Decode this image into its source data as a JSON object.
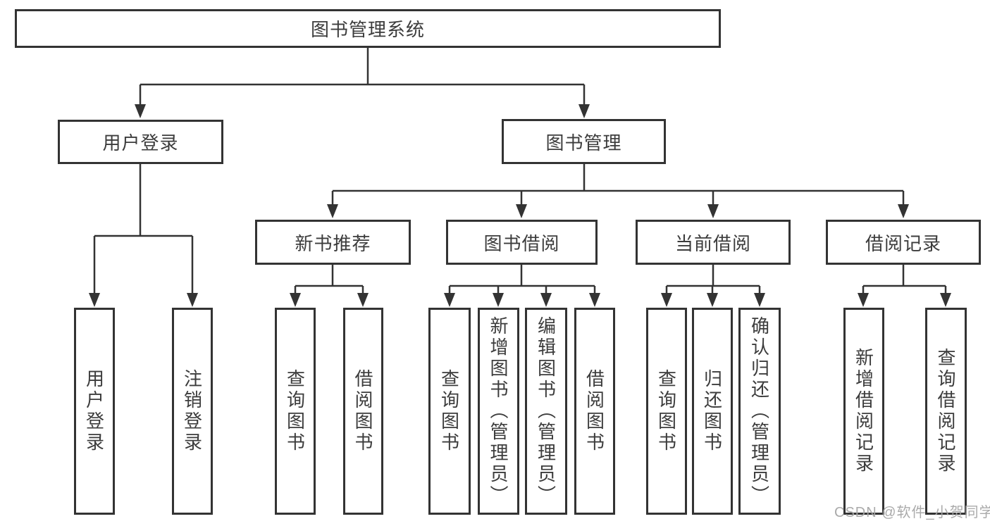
{
  "tree": {
    "label": "图书管理系统",
    "children": [
      {
        "label": "用户登录",
        "children": [
          {
            "label": "用户登录"
          },
          {
            "label": "注销登录"
          }
        ]
      },
      {
        "label": "图书管理",
        "children": [
          {
            "label": "新书推荐",
            "children": [
              {
                "label": "查询图书"
              },
              {
                "label": "借阅图书"
              }
            ]
          },
          {
            "label": "图书借阅",
            "children": [
              {
                "label": "查询图书"
              },
              {
                "label": "新增图书（管理员）"
              },
              {
                "label": "编辑图书（管理员）"
              },
              {
                "label": "借阅图书"
              }
            ]
          },
          {
            "label": "当前借阅",
            "children": [
              {
                "label": "查询图书"
              },
              {
                "label": "归还图书"
              },
              {
                "label": "确认归还（管理员）"
              }
            ]
          },
          {
            "label": "借阅记录",
            "children": [
              {
                "label": "新增借阅记录"
              },
              {
                "label": "查询借阅记录"
              }
            ]
          }
        ]
      }
    ]
  },
  "watermark": "CSDN @软件_小贺同学",
  "colors": {
    "line": "#333333",
    "box_border": "#333333",
    "text": "#3c3c3c",
    "watermark": "#a5a5a5",
    "background": "#ffffff"
  }
}
